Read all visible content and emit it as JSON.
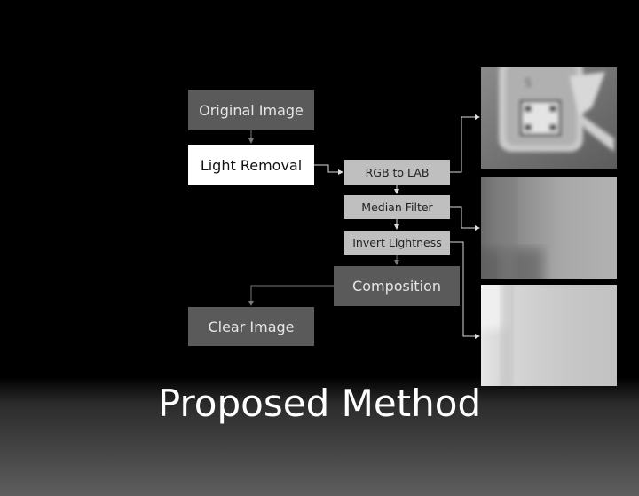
{
  "diagram": {
    "nodes": {
      "original_image": "Original Image",
      "light_removal": "Light Removal",
      "rgb_to_lab": "RGB to LAB",
      "median_filter": "Median Filter",
      "invert_lightness": "Invert Lightness",
      "composition": "Composition",
      "clear_image": "Clear Image"
    }
  },
  "slide": {
    "title": "Proposed Method"
  },
  "colors": {
    "background": "#000000",
    "dark_box": "#5a5a5a",
    "light_box": "#bfbfbf",
    "highlight_box": "#ffffff",
    "connector": "#bbbbbb"
  }
}
